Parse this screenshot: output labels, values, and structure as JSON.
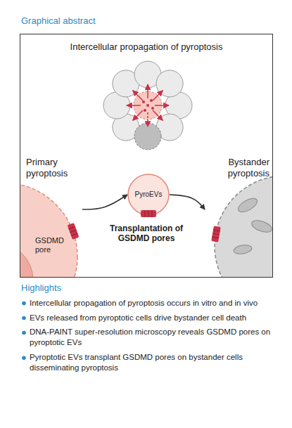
{
  "diagram": {
    "title": "Graphical abstract",
    "nodes": [
      {
        "text": [
          "Intercellular propagation of pyroptosis"
        ]
      },
      {
        "text": [
          "Primary pyroptosis"
        ],
        "in": 0
      },
      {
        "text": [
          "PyroEVs"
        ],
        "in": 0
      },
      {
        "text": [
          "Bystander pyroptosis"
        ],
        "in": 0
      }
    ],
    "edges": [
      {
        "from": 1,
        "to": 2,
        "arrow": "to"
      },
      {
        "from": 2,
        "to": 3,
        "arrow": "to"
      }
    ],
    "labels": [
      "GSDMD pore",
      "Transplantation of GSDMD pores",
      "Highlights",
      "Intercellular propagation of pyroptosis occurs in vitro and in vivo",
      "EVs released from pyroptotic cells drive bystander cell death",
      "DNA-PAINT super-resolution microscopy reveals GSDMD pores on pyroptotic EVs",
      "Pyroptotic EVs transplant GSDMD pores on bystander cells disseminating pyroptosis"
    ]
  }
}
